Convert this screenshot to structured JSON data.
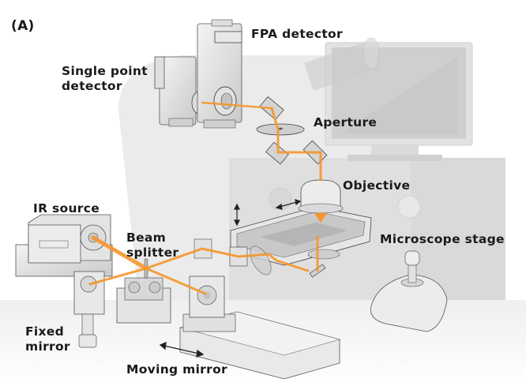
{
  "figure": {
    "panel_label": "(A)",
    "beam_color": "#f5962a",
    "labels": {
      "fpa_detector": "FPA detector",
      "single_point_detector": "Single point\ndetector",
      "aperture": "Aperture",
      "objective": "Objective",
      "ir_source": "IR source",
      "beam_splitter": "Beam\nsplitter",
      "microscope_stage": "Microscope stage",
      "fixed_mirror": "Fixed\nmirror",
      "moving_mirror": "Moving mirror"
    }
  }
}
